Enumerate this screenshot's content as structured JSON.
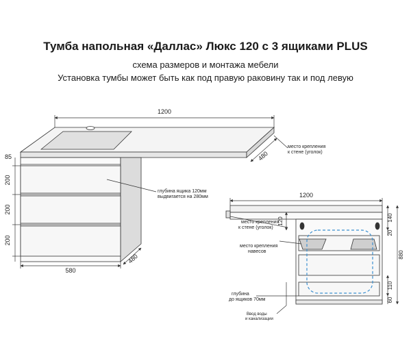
{
  "header": {
    "title": "Тумба напольная «Даллас» Люкс 120 с 3 ящиками PLUS",
    "subtitle": "схема размеров и монтажа мебели",
    "note": "Установка тумбы может быть как под правую раковину так и под левую"
  },
  "left_view": {
    "top_width": "1200",
    "top_thickness": "85",
    "drawer_heights": [
      "200",
      "200",
      "200"
    ],
    "body_width": "580",
    "body_depth": "480",
    "top_depth": "480",
    "wall_mount_note_line1": "место крепления",
    "wall_mount_note_line2": "к стене (уголок)",
    "drawer_note_line1": "глубина ящика 120мм",
    "drawer_note_line2": "выдвигается на 280мм"
  },
  "right_view": {
    "width": "1200",
    "top_gap": "120",
    "right_dim_top": "140",
    "right_dim_second": "20",
    "total_height": "880",
    "bottom_dim_1": "110",
    "bottom_dim_2": "60",
    "wall_mount_note_line1": "место крепления",
    "wall_mount_note_line2": "к стене (уголок)",
    "hinge_note_line1": "место крепления",
    "hinge_note_line2": "навесов",
    "depth_note_line1": "глубина",
    "depth_note_line2": "до ящиков 70мм",
    "water_note_line1": "Ввод воды",
    "water_note_line2": "и канализации"
  },
  "colors": {
    "line": "#333333",
    "sink_outline": "#3a8fd0",
    "shade": "#c8c8c8"
  }
}
